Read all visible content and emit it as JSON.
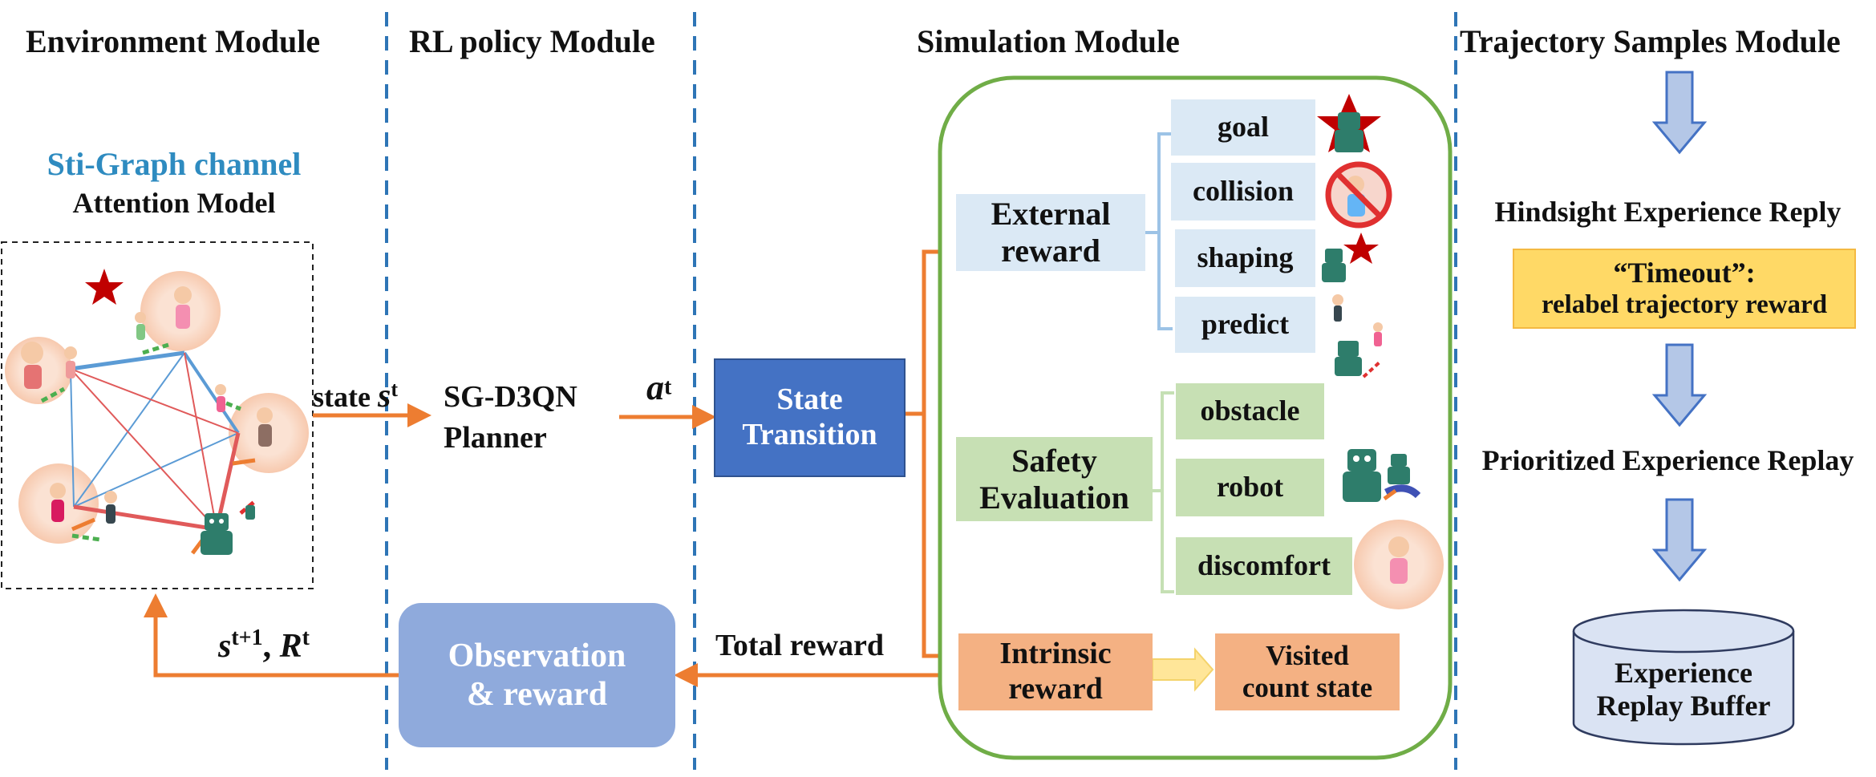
{
  "headers": {
    "environment": "Environment Module",
    "rl_policy": "RL policy Module",
    "simulation": "Simulation Module",
    "trajectory": "Trajectory Samples Module"
  },
  "environment": {
    "channel_title": "Sti-Graph channel",
    "model_title": "Attention Model"
  },
  "planner": {
    "line1": "SG-D3QN",
    "line2": "Planner"
  },
  "arrows": {
    "state_word": "state",
    "state_sym": "s",
    "state_sup": "t",
    "action_sym": "a",
    "action_sup": "t",
    "next_state_sym": "s",
    "next_state_sup": "t+1",
    "reward_sym": "R",
    "reward_sup": "t",
    "total_reward": "Total reward"
  },
  "state_transition": {
    "line1": "State",
    "line2": "Transition"
  },
  "observation": {
    "line1": "Observation",
    "line2": "& reward"
  },
  "simulation": {
    "external_reward": {
      "line1": "External",
      "line2": "reward"
    },
    "external_items": [
      "goal",
      "collision",
      "shaping",
      "predict"
    ],
    "safety": {
      "line1": "Safety",
      "line2": "Evaluation"
    },
    "safety_items": [
      "obstacle",
      "robot",
      "discomfort"
    ],
    "intrinsic": {
      "line1": "Intrinsic",
      "line2": "reward"
    },
    "visited": {
      "line1": "Visited",
      "line2": "count state"
    }
  },
  "trajectory": {
    "hindsight": "Hindsight Experience Reply",
    "timeout_title": "“Timeout”:",
    "timeout_desc": "relabel trajectory reward",
    "prioritized": "Prioritized Experience Replay",
    "buffer_line1": "Experience",
    "buffer_line2": "Replay Buffer"
  },
  "colors": {
    "orange_arrow": "#ed7d31",
    "dashed_divider": "#2e75b6",
    "channel_title": "#2e8bc0",
    "state_transition": "#4472c4",
    "observation": "#8faadc",
    "light_blue": "#dbe9f5",
    "light_green": "#c7e0b4",
    "orange_box": "#f4b183",
    "simulation_border": "#70ad47",
    "timeout_box": "#ffd966",
    "buffer": "#dae3f3"
  }
}
